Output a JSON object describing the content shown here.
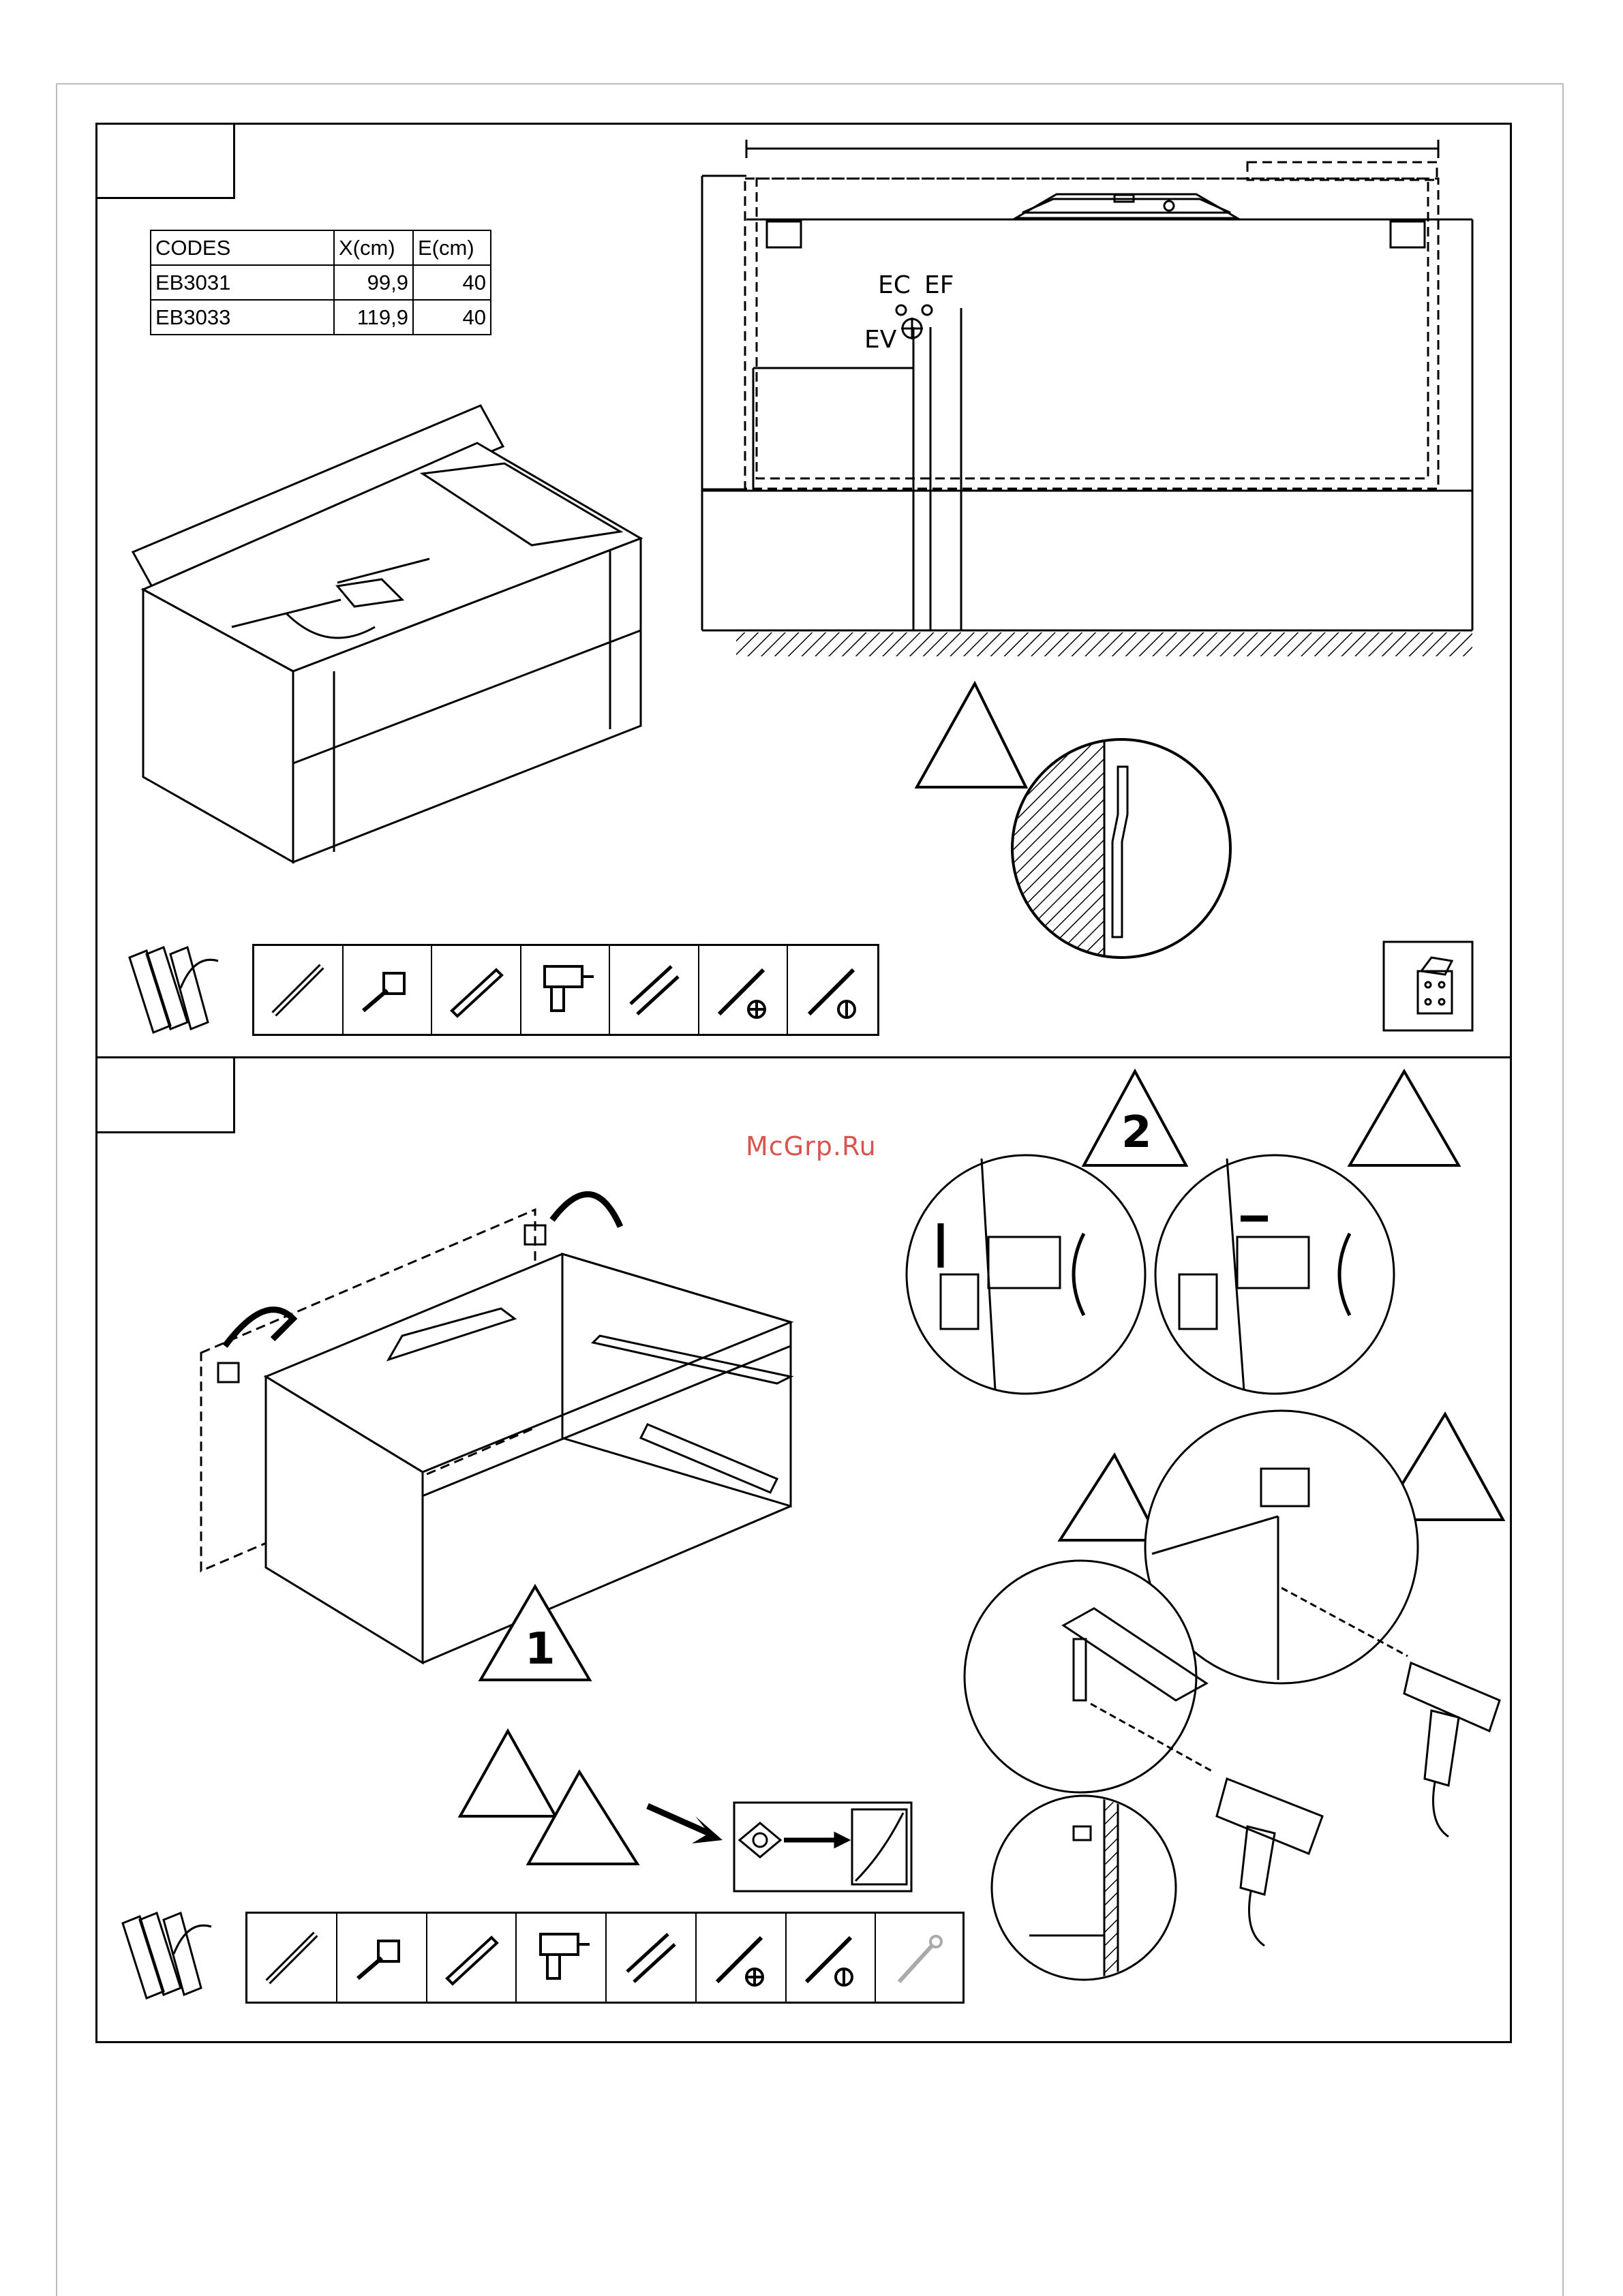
{
  "watermark": "McGrp.Ru",
  "codes_table": {
    "headers": [
      "CODES",
      "X(cm)",
      "E(cm)"
    ],
    "rows": [
      [
        "EB3031",
        "99,9",
        "40"
      ],
      [
        "EB3033",
        "119,9",
        "40"
      ]
    ]
  },
  "diagram_labels": {
    "ec": "EC",
    "ef": "EF",
    "ev": "EV"
  },
  "warnings": {
    "step_1": "1",
    "step_2": "2"
  },
  "tools_top": [
    "pencil-icon",
    "tape-measure-icon",
    "spirit-level-icon",
    "drill-icon",
    "drill-bits-icon",
    "phillips-screwdriver-icon",
    "flathead-screwdriver-icon"
  ],
  "tools_bottom": [
    "pencil-icon",
    "tape-measure-icon",
    "spirit-level-icon",
    "drill-icon",
    "drill-bits-icon",
    "phillips-screwdriver-icon",
    "flathead-screwdriver-icon",
    "screw-icon"
  ]
}
